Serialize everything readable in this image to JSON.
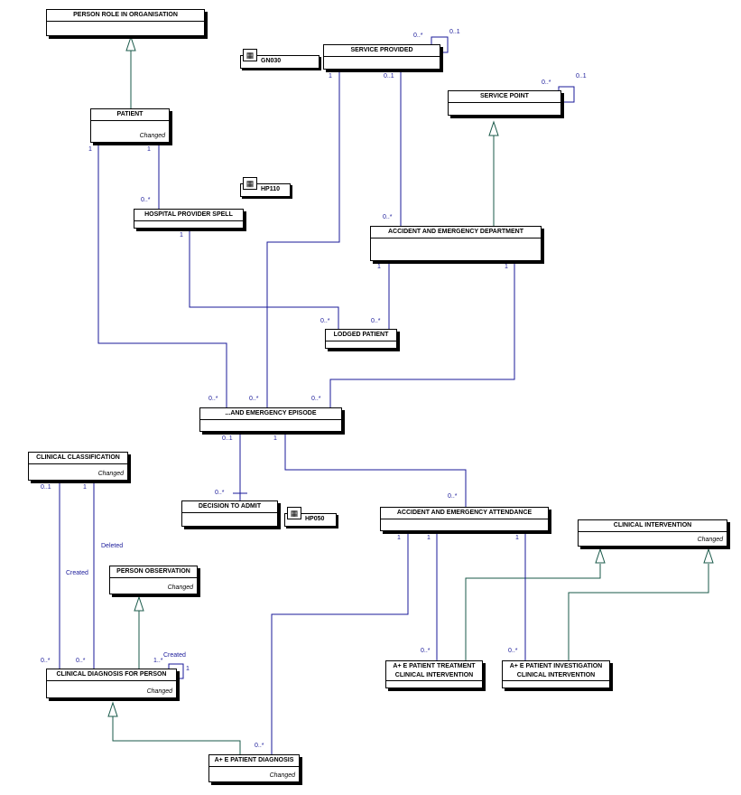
{
  "entities": {
    "person_role": {
      "title": "PERSON ROLE IN ORGANISATION",
      "stereotype": ""
    },
    "patient": {
      "title": "PATIENT",
      "stereotype": "Changed"
    },
    "service_provided": {
      "title": "SERVICE PROVIDED",
      "stereotype": ""
    },
    "service_point": {
      "title": "SERVICE POINT",
      "stereotype": ""
    },
    "hospital_provider_spell": {
      "title": "HOSPITAL PROVIDER SPELL",
      "stereotype": ""
    },
    "ae_department": {
      "title": "ACCIDENT AND EMERGENCY DEPARTMENT",
      "stereotype": ""
    },
    "lodged_patient": {
      "title": "LODGED PATIENT",
      "stereotype": ""
    },
    "ae_episode": {
      "title": "...AND EMERGENCY EPISODE",
      "stereotype": ""
    },
    "clinical_classification": {
      "title": "CLINICAL CLASSIFICATION",
      "stereotype": "Changed"
    },
    "decision_to_admit": {
      "title": "DECISION TO ADMIT",
      "stereotype": ""
    },
    "ae_attendance": {
      "title": "ACCIDENT AND EMERGENCY ATTENDANCE",
      "stereotype": ""
    },
    "clinical_intervention": {
      "title": "CLINICAL INTERVENTION",
      "stereotype": "Changed"
    },
    "person_observation": {
      "title": "PERSON OBSERVATION",
      "stereotype": "Changed"
    },
    "clinical_diagnosis": {
      "title": "CLINICAL DIAGNOSIS FOR PERSON",
      "stereotype": "Changed"
    },
    "ae_treatment": {
      "title_line1": "A+ E PATIENT TREATMENT",
      "title_line2": "CLINICAL INTERVENTION",
      "stereotype": ""
    },
    "ae_investigation": {
      "title_line1": "A+ E PATIENT INVESTIGATION",
      "title_line2": "CLINICAL INTERVENTION",
      "stereotype": ""
    },
    "ae_diagnosis": {
      "title": "A+ E PATIENT DIAGNOSIS",
      "stereotype": "Changed"
    }
  },
  "packages": {
    "gn030": {
      "label": "GN030",
      "icon": "package-icon"
    },
    "hp110": {
      "label": "HP110",
      "icon": "package-icon"
    },
    "hp050": {
      "label": "HP050",
      "icon": "package-icon"
    }
  },
  "multiplicities": {
    "sp_self_many": "0..*",
    "sp_self_one": "0..1",
    "svp_self_many": "0..*",
    "svp_self_one": "0..1",
    "sp_to_episode_one": "1",
    "sp_to_aed_one": "0..1",
    "patient_left_one": "1",
    "patient_right_one": "1",
    "hps_many": "0..*",
    "aed_many": "0..*",
    "hps_one": "1",
    "aed_left_one": "1",
    "aed_right_one": "1",
    "lodged_left_many": "0..*",
    "lodged_right_many": "0..*",
    "episode_many_1": "0..*",
    "episode_many_2": "0..*",
    "episode_many_3": "0..*",
    "episode_zero_one": "0..1",
    "episode_one": "1",
    "dta_many": "0..*",
    "att_many": "0..*",
    "cc_zero_one": "0..1",
    "cc_one": "1",
    "att_one_1": "1",
    "att_one_2": "1",
    "att_one_3": "1",
    "cdp_many_1": "0..*",
    "cdp_many_2": "0..*",
    "cdp_self_many": "1..*",
    "cdp_self_one": "1",
    "treat_many": "0..*",
    "invest_many": "0..*",
    "diag_many": "0..*"
  },
  "assoc_labels": {
    "created": "Created",
    "deleted": "Deleted",
    "created_self": "Created"
  },
  "colors": {
    "association": "#1a1a9a",
    "generalization": "#1a5a4a",
    "box_border": "#000000"
  }
}
